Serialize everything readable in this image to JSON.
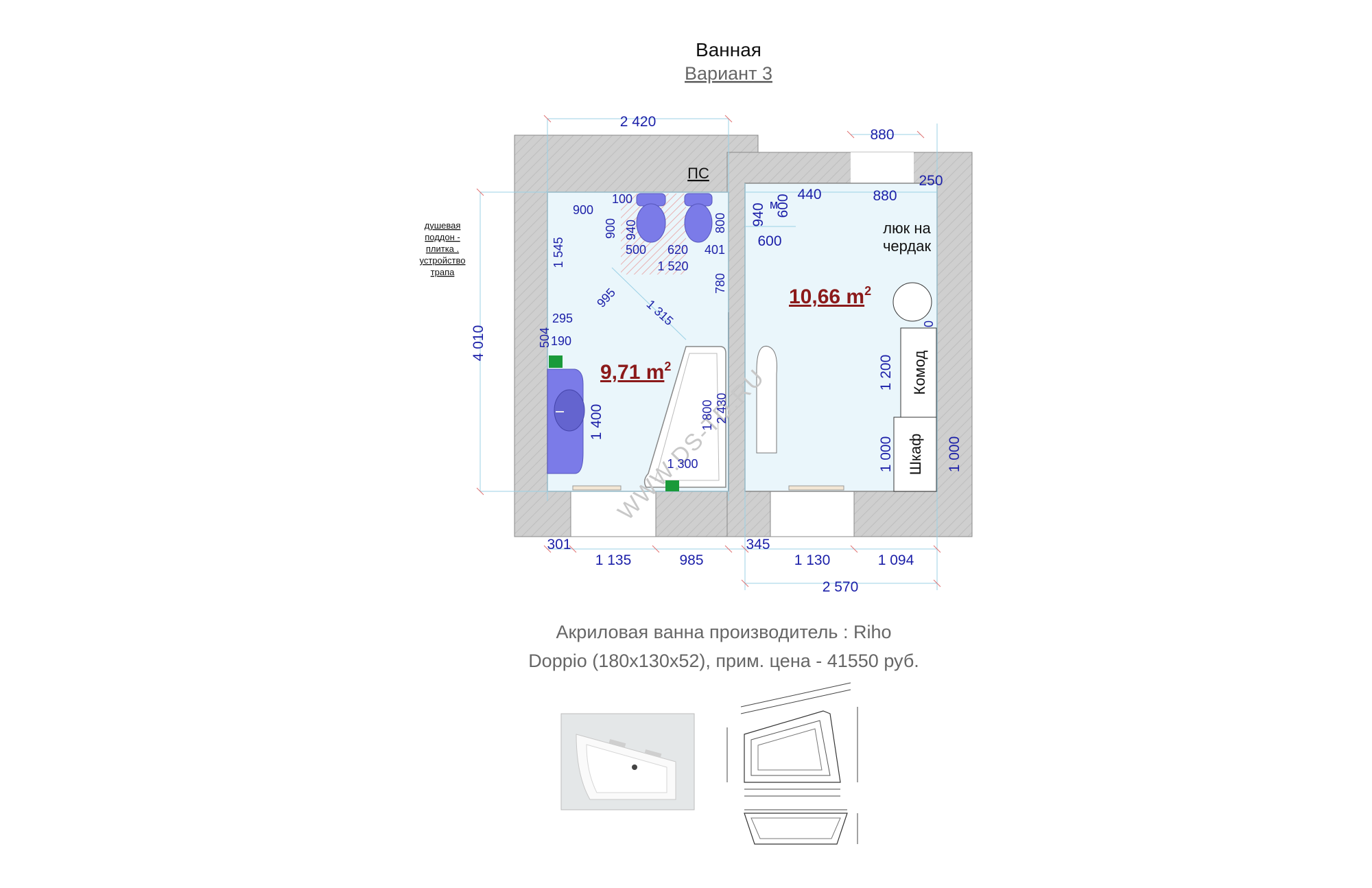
{
  "title": "Ванная",
  "subtitle": "Вариант 3",
  "labels": {
    "ps": "ПС",
    "hatch": "люк на",
    "hatch2": "чердак",
    "dresser": "Комод",
    "wardrobe": "Шкаф",
    "note": [
      "душевая",
      "поддон -",
      "плитка .",
      "устройство",
      "трапа"
    ],
    "watermark": "WWW.DS-TD.RU"
  },
  "areas": {
    "left": "9,71 m",
    "right": "10,66 m",
    "sup": "2"
  },
  "dims": {
    "top_left": "2 420",
    "top_right": "880",
    "height_left": "4 010",
    "d900a": "900",
    "d100": "100",
    "d900b": "900",
    "d940a": "940",
    "d800": "800",
    "d500": "500",
    "d620": "620",
    "d401": "401",
    "d1520": "1 520",
    "d1545": "1 545",
    "d995": "995",
    "d1315": "1 315",
    "d780": "780",
    "d295": "295",
    "d504": "504",
    "d190": "190",
    "d1400": "1 400",
    "d1800": "1 800",
    "d2430": "2 430",
    "d1300": "1 300",
    "d940b": "940",
    "dm": "м",
    "d600a": "600",
    "d440": "440",
    "d880b": "880",
    "d250": "250",
    "d600b": "600",
    "d0": "0",
    "d1200": "1 200",
    "d1000a": "1 000",
    "d1000b": "1 000",
    "b301": "301",
    "b1135": "1 135",
    "b985": "985",
    "b345": "345",
    "b1130": "1 130",
    "b1094": "1 094",
    "b2570": "2 570"
  },
  "caption": {
    "line1": "Акриловая ванна производитель : Riho",
    "line2": "Doppio (180x130x52), прим. цена - 41550 руб."
  },
  "colors": {
    "dimension": "#1b1fa8",
    "area": "#8b1a1a",
    "fixture": "#7b7be8",
    "marker": "#1a9a3a"
  }
}
